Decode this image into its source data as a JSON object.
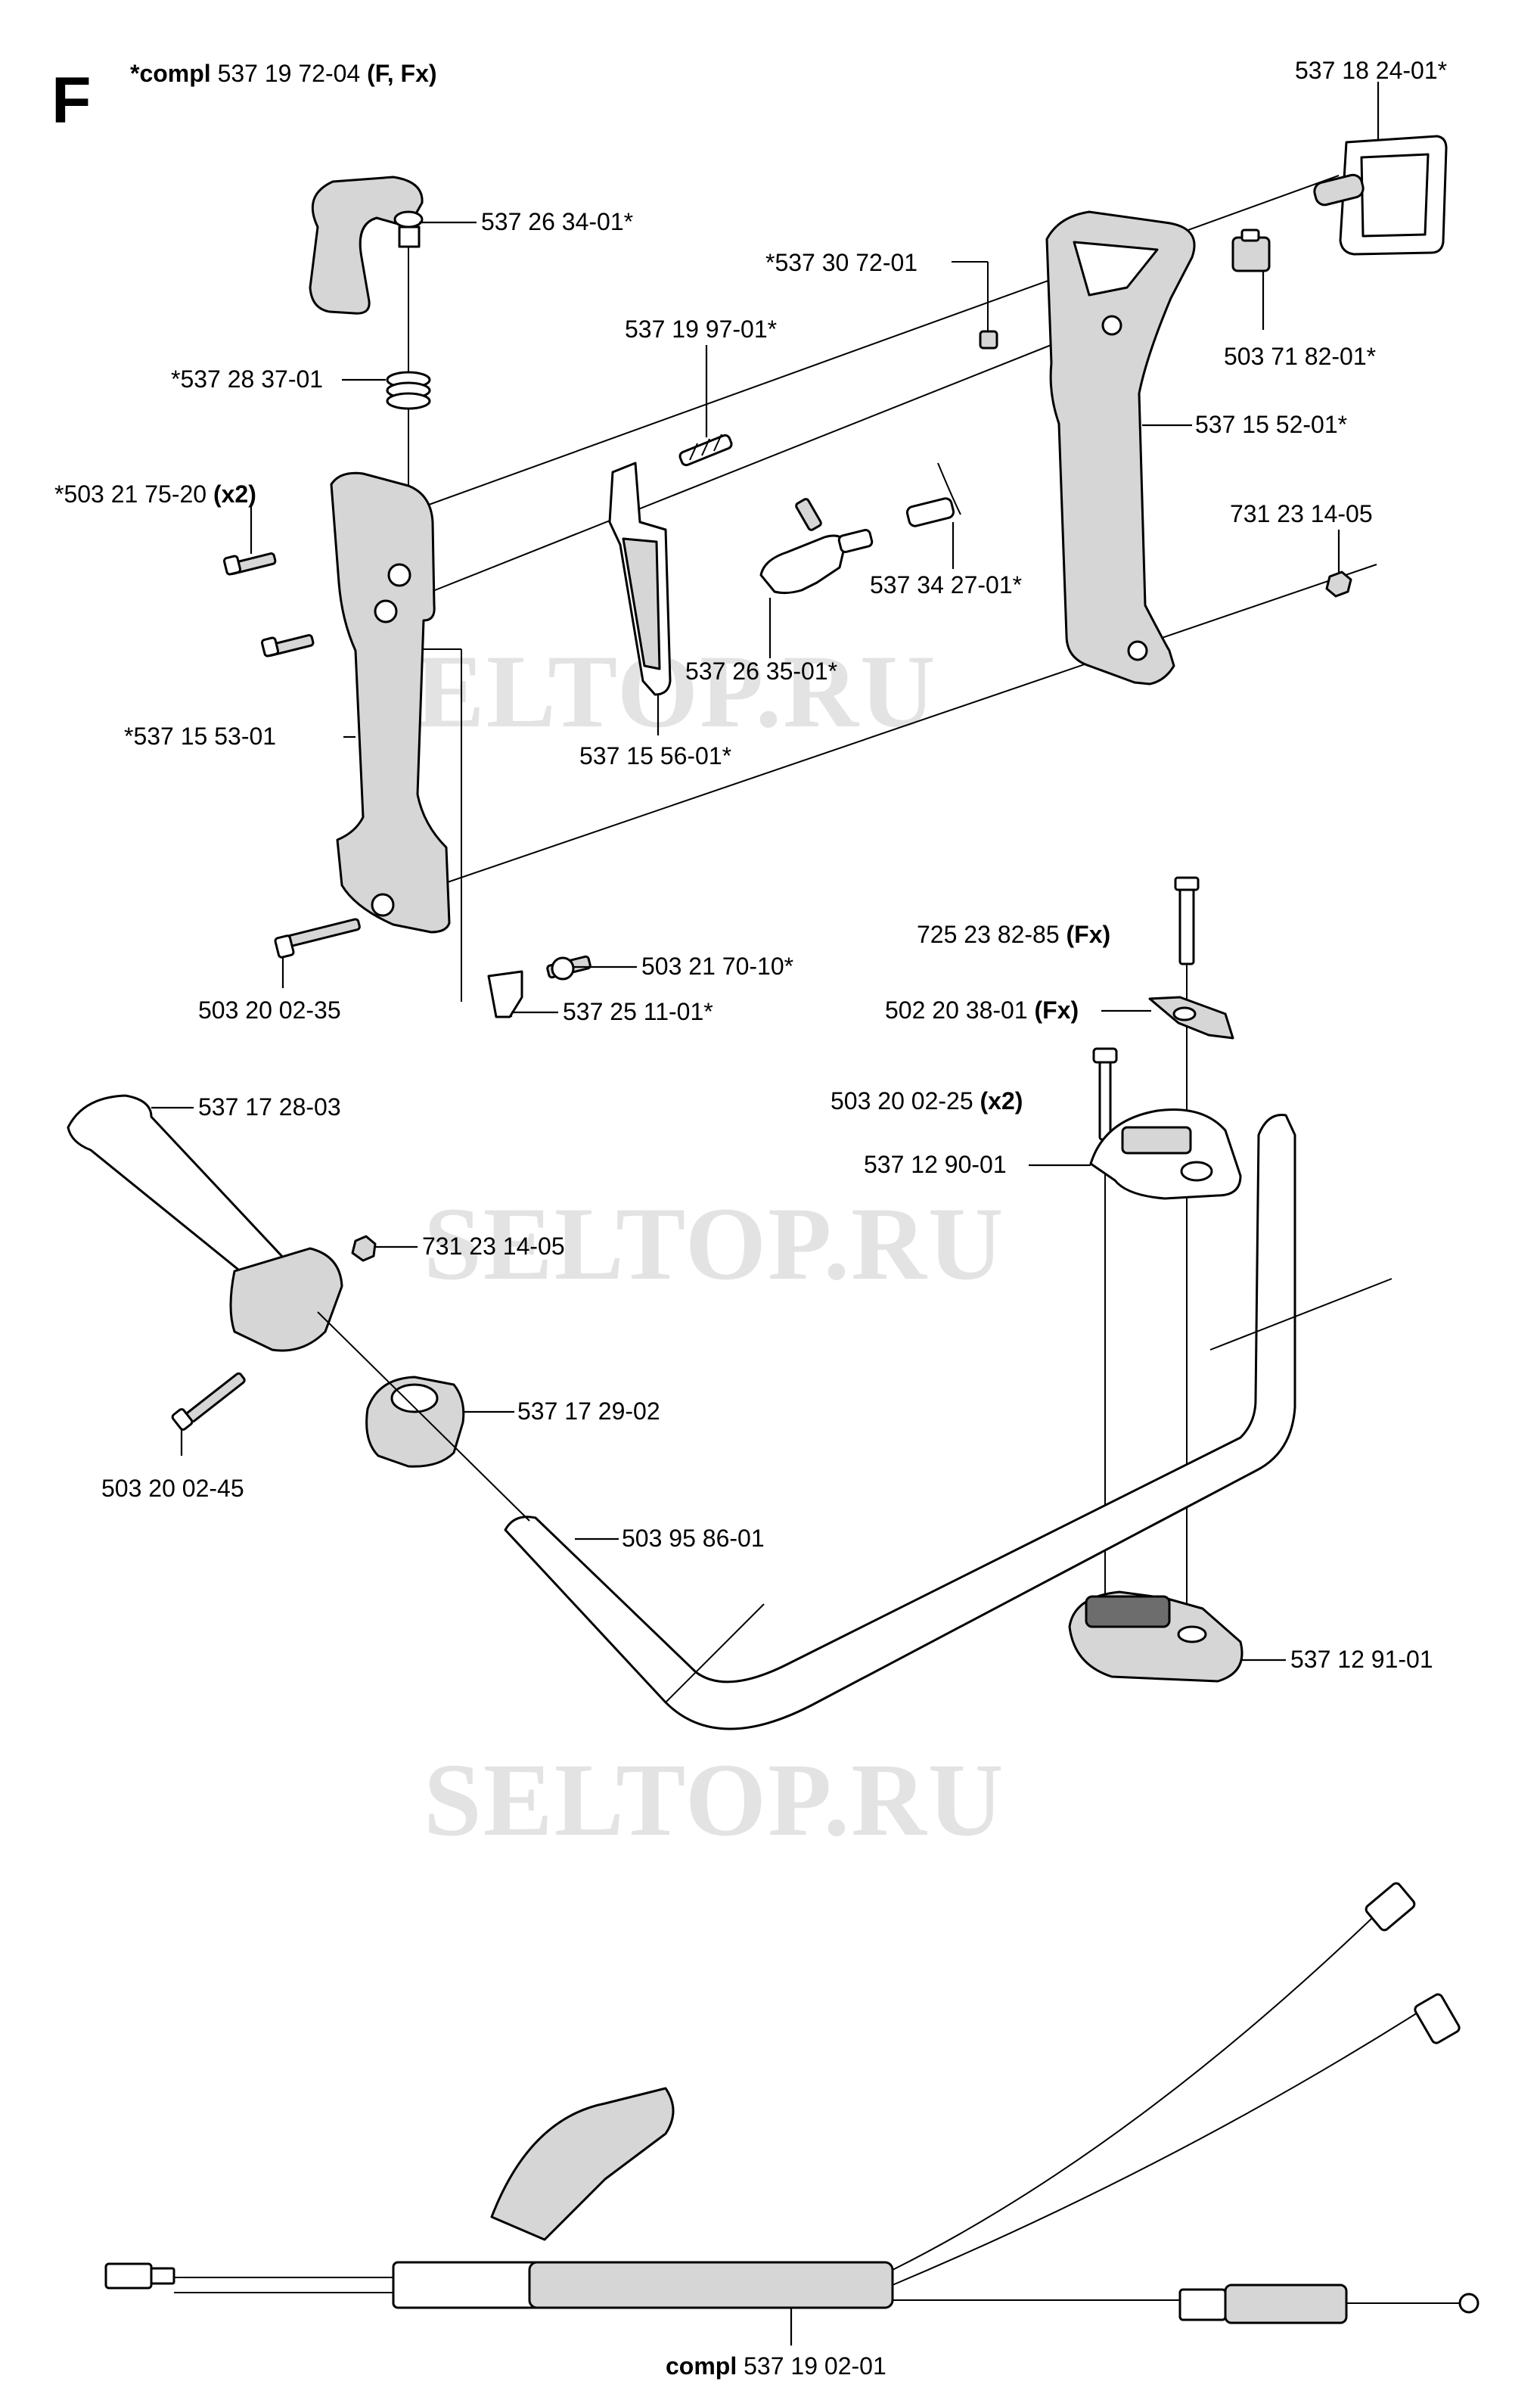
{
  "section_letter": "F",
  "assembly": {
    "prefix": "*compl",
    "part_number": "537 19 72-04",
    "variant": "(F, Fx)"
  },
  "watermarks": [
    "SELTOP.RU",
    "SELTOP.RU",
    "SELTOP.RU"
  ],
  "callouts": [
    {
      "id": "c01",
      "number": "537 18 24-01*",
      "qualifier": ""
    },
    {
      "id": "c02",
      "number": "537 26 34-01*",
      "qualifier": ""
    },
    {
      "id": "c03",
      "number": "*537 30 72-01",
      "qualifier": ""
    },
    {
      "id": "c04",
      "number": "537 19 97-01*",
      "qualifier": ""
    },
    {
      "id": "c05",
      "number": "503 71 82-01*",
      "qualifier": ""
    },
    {
      "id": "c06",
      "number": "*537 28 37-01",
      "qualifier": ""
    },
    {
      "id": "c07",
      "number": "537 15 52-01*",
      "qualifier": ""
    },
    {
      "id": "c08",
      "number": "*503 21 75-20",
      "qualifier": "(x2)"
    },
    {
      "id": "c09",
      "number": "731 23 14-05",
      "qualifier": ""
    },
    {
      "id": "c10",
      "number": "537 34 27-01*",
      "qualifier": ""
    },
    {
      "id": "c11",
      "number": "537 26 35-01*",
      "qualifier": ""
    },
    {
      "id": "c12",
      "number": "*537 15 53-01",
      "qualifier": ""
    },
    {
      "id": "c13",
      "number": "537 15 56-01*",
      "qualifier": ""
    },
    {
      "id": "c14",
      "number": "725 23 82-85",
      "qualifier": "(Fx)"
    },
    {
      "id": "c15",
      "number": "503 21 70-10*",
      "qualifier": ""
    },
    {
      "id": "c16",
      "number": "503 20 02-35",
      "qualifier": ""
    },
    {
      "id": "c17",
      "number": "537 25 11-01*",
      "qualifier": ""
    },
    {
      "id": "c18",
      "number": "502 20 38-01",
      "qualifier": "(Fx)"
    },
    {
      "id": "c19",
      "number": "537 17 28-03",
      "qualifier": ""
    },
    {
      "id": "c20",
      "number": "503 20 02-25",
      "qualifier": "(x2)"
    },
    {
      "id": "c21",
      "number": "537 12 90-01",
      "qualifier": ""
    },
    {
      "id": "c22",
      "number": "731 23 14-05",
      "qualifier": ""
    },
    {
      "id": "c23",
      "number": "537 17 29-02",
      "qualifier": ""
    },
    {
      "id": "c24",
      "number": "503 20 02-45",
      "qualifier": ""
    },
    {
      "id": "c25",
      "number": "503 95 86-01",
      "qualifier": ""
    },
    {
      "id": "c26",
      "number": "537 12 91-01",
      "qualifier": ""
    }
  ],
  "cable_assembly": {
    "prefix": "compl",
    "part_number": "537 19 02-01"
  }
}
